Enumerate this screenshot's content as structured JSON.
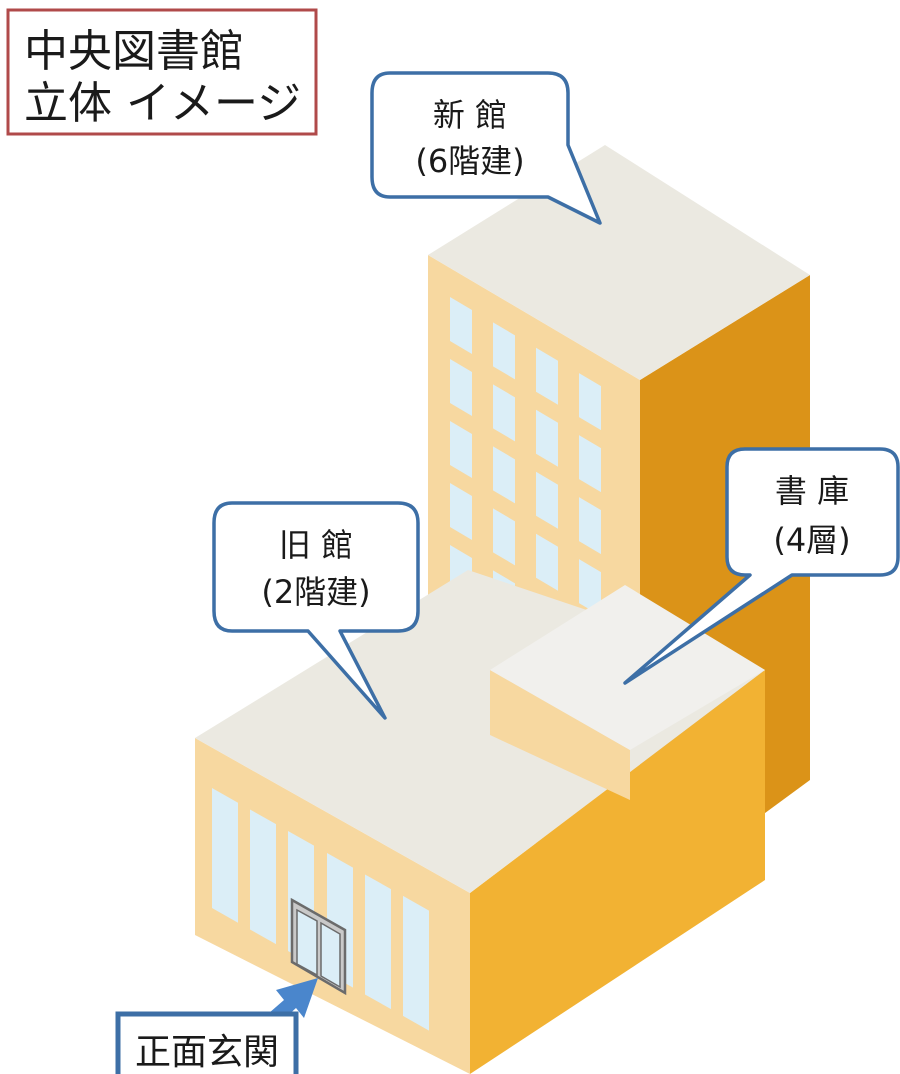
{
  "title": {
    "line1": "中央図書館",
    "line2": "立体 イメージ"
  },
  "callouts": {
    "new_building": {
      "name": "新 館",
      "floors": "(6階建)"
    },
    "old_building": {
      "name": "旧 館",
      "floors": "(2階建)"
    },
    "stacks": {
      "name": "書 庫",
      "floors": "(4層)"
    }
  },
  "entrance": {
    "label": "正面玄関"
  },
  "colors": {
    "roof": "#ebe9e1",
    "stacks_roof": "#f1f0ed",
    "wall_light": "#f7d8a0",
    "wall_new_right": "#db9318",
    "wall_old_right": "#f2b233",
    "window": "#dbeef7",
    "callout_border": "#3d6fa6",
    "title_border": "#b04a4a",
    "arrow": "#4a86cc"
  }
}
